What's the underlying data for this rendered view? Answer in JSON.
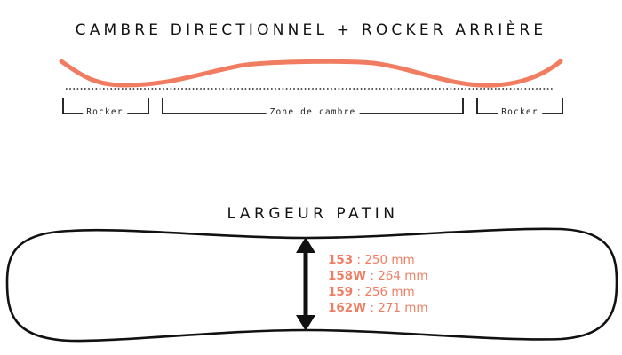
{
  "camber": {
    "title": "CAMBRE DIRECTIONNEL + ROCKER ARRIÈRE",
    "zones": {
      "rocker_left": "Rocker",
      "camber_zone": "Zone de cambre",
      "rocker_right": "Rocker"
    }
  },
  "width": {
    "title": "LARGEUR PATIN",
    "rows": [
      {
        "size": "153",
        "value": " : 250 mm"
      },
      {
        "size": "158W",
        "value": " : 264 mm"
      },
      {
        "size": "159",
        "value": " : 256 mm"
      },
      {
        "size": "162W",
        "value": " : 271 mm"
      }
    ]
  },
  "colors": {
    "accent": "#f07d62",
    "ink": "#111111"
  }
}
